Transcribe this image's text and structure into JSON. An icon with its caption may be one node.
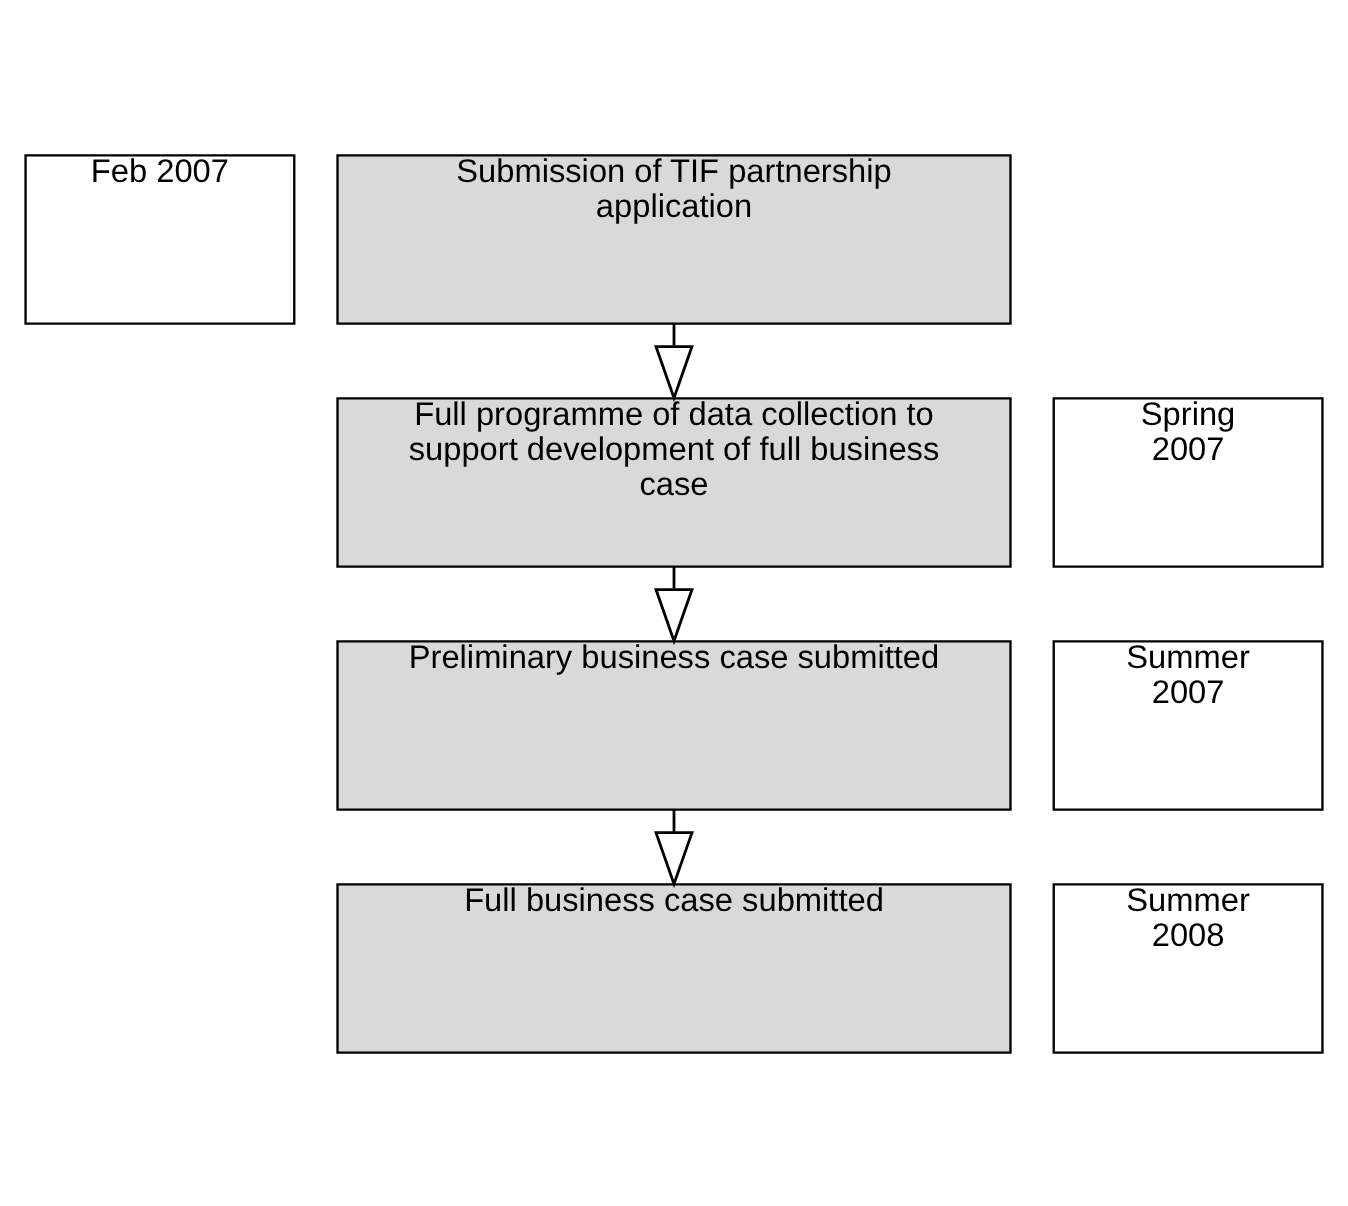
{
  "diagram": {
    "nodes": [
      {
        "text": [
          "Feb 2007"
        ]
      },
      {
        "text": [
          "Submission of TIF partnership application"
        ]
      },
      {
        "text": [
          "Spring 2007"
        ]
      },
      {
        "text": [
          "Full programme of data collection to support development of full business case"
        ]
      },
      {
        "text": [
          "Summer 2007"
        ]
      },
      {
        "text": [
          "Preliminary business case submitted"
        ]
      },
      {
        "text": [
          "Summer 2008"
        ]
      },
      {
        "text": [
          "Full business case submitted"
        ]
      }
    ],
    "edges": [
      {
        "from": 1,
        "to": 3,
        "arrow": "to"
      },
      {
        "from": 3,
        "to": 5,
        "arrow": "to"
      },
      {
        "from": 5,
        "to": 7,
        "arrow": "to"
      }
    ]
  }
}
